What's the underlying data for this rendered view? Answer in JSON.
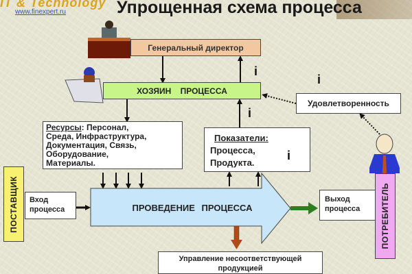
{
  "header": {
    "logo_text": "IT & Technology",
    "logo_url": "www.finexpert.ru",
    "title": "Упрощенная схема процесса"
  },
  "nodes": {
    "general_director": "Генеральный директор",
    "process_owner": "ХОЗЯИН ПРОЦЕССА",
    "satisfaction": "Удовлетворенность",
    "resources": {
      "heading": "Ресурсы",
      "lines": [
        ": Персонал,",
        "Среда,  Инфраструктура,",
        "Документация, Связь,",
        "Оборудование,",
        "Материалы."
      ]
    },
    "indicators": {
      "heading": "Показатели:",
      "lines": [
        "Процесса,",
        "Продукта."
      ]
    },
    "supplier": "ПОСТАВЩИК",
    "process_input": {
      "line1": "Вход",
      "line2": "процесса"
    },
    "process_execution": "ПРОВЕДЕНИЕ ПРОЦЕССА",
    "process_output": {
      "line1": "Выход",
      "line2": "процесса"
    },
    "consumer": "ПОТРЕБИТЕЛЬ",
    "nonconforming": {
      "line1": "Управление несоответствующей",
      "line2": "продукцией"
    }
  },
  "info_marker": "i",
  "colors": {
    "director_box": "#f3c8a0",
    "owner_box": "#c8f58a",
    "process_arrow": "#c8e6fa",
    "supplier": "#f8f070",
    "consumer": "#f0a8f0",
    "output_arrow": "#2e7d1e",
    "nonconforming_arrow": "#b04a1a"
  }
}
